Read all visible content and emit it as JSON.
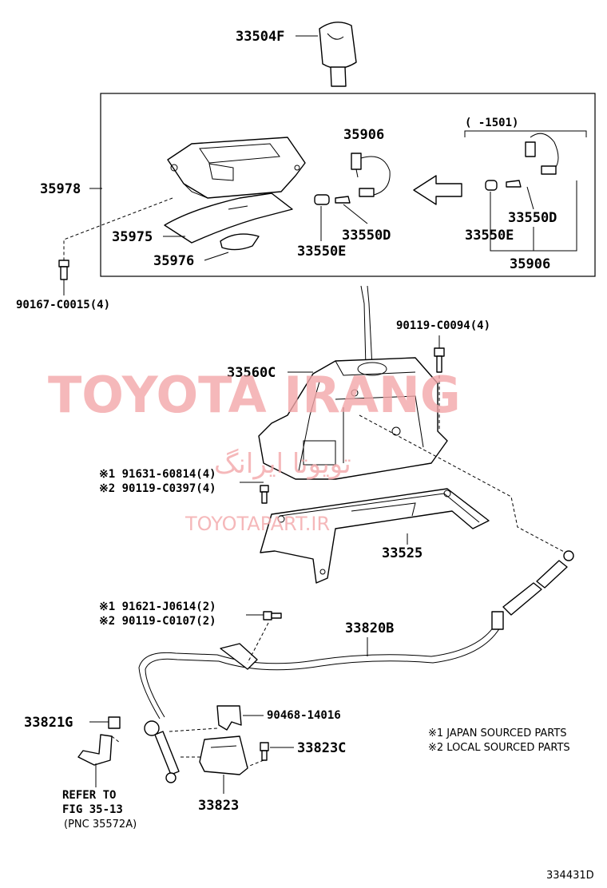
{
  "parts": {
    "knob": "33504F",
    "housing_cover": "35978",
    "wire_top": "35906",
    "plate": "35975",
    "pad": "35976",
    "bulb_d_left": "33550D",
    "bulb_e_left": "33550E",
    "bulb_d_right": "33550D",
    "bulb_e_right": "33550E",
    "wire_right": "35906",
    "date_range": "(      -1501)",
    "screw_left": "90167-C0015(4)",
    "bolt_right": "90119-C0094(4)",
    "shift_lever": "33560C",
    "bolt_alt1": "※1 91631-60814(4)",
    "bolt_alt2": "※2 90119-C0397(4)",
    "bracket": "33525",
    "bolt_cable1": "※1 91621-J0614(2)",
    "bolt_cable2": "※2 90119-C0107(2)",
    "cable": "33820B",
    "nut": "33821G",
    "clip": "90468-14016",
    "bolt_small": "33823C",
    "retainer": "33823",
    "refer_line1": "REFER TO",
    "refer_line2": "FIG 35-13",
    "refer_line3": "(PNC 35572A)"
  },
  "notes": {
    "japan": "※1 JAPAN SOURCED PARTS",
    "local": "※2 LOCAL SOURCED PARTS"
  },
  "watermark": {
    "main": "TOYOTA IRANG",
    "arabic": "تویوتا ایرانگ",
    "site": "TOYOTAPART.IR"
  },
  "figure_id": "334431D"
}
